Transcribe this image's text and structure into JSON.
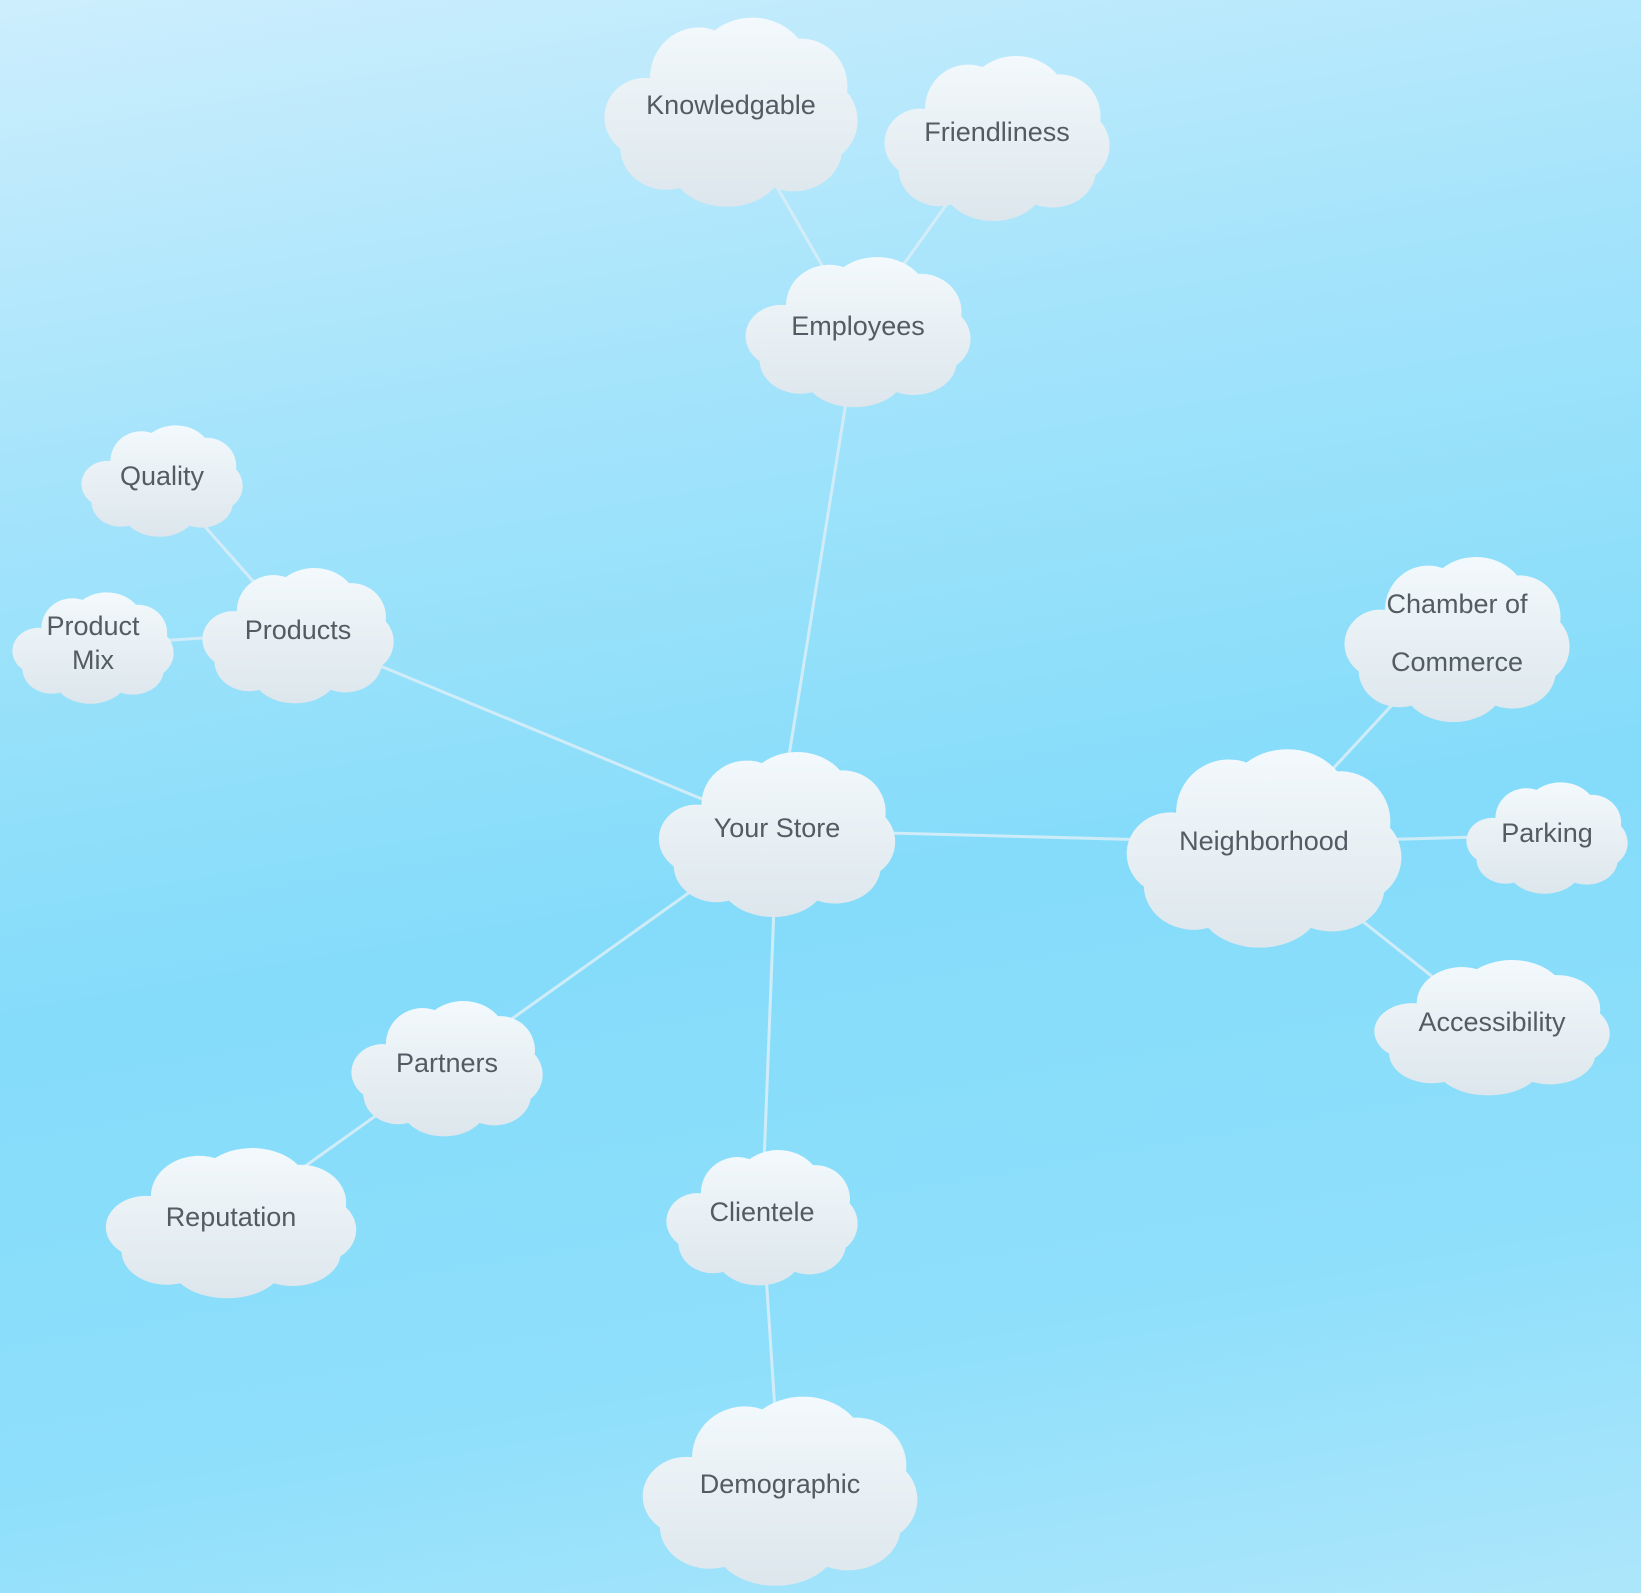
{
  "diagram": {
    "type": "mind-map",
    "root": "store",
    "nodes": [
      {
        "id": "store",
        "lines": [
          "Your Store"
        ]
      },
      {
        "id": "employees",
        "lines": [
          "Employees"
        ]
      },
      {
        "id": "knowledgable",
        "lines": [
          "Knowledgable"
        ]
      },
      {
        "id": "friendliness",
        "lines": [
          "Friendliness"
        ]
      },
      {
        "id": "products",
        "lines": [
          "Products"
        ]
      },
      {
        "id": "quality",
        "lines": [
          "Quality"
        ]
      },
      {
        "id": "productmix",
        "lines": [
          "Product",
          "Mix"
        ]
      },
      {
        "id": "neighborhood",
        "lines": [
          "Neighborhood"
        ]
      },
      {
        "id": "chamber",
        "lines": [
          "Chamber of",
          "Commerce"
        ]
      },
      {
        "id": "parking",
        "lines": [
          "Parking"
        ]
      },
      {
        "id": "accessibility",
        "lines": [
          "Accessibility"
        ]
      },
      {
        "id": "partners",
        "lines": [
          "Partners"
        ]
      },
      {
        "id": "reputation",
        "lines": [
          "Reputation"
        ]
      },
      {
        "id": "clientele",
        "lines": [
          "Clientele"
        ]
      },
      {
        "id": "demographic",
        "lines": [
          "Demographic"
        ]
      }
    ],
    "edges": [
      [
        "store",
        "employees"
      ],
      [
        "employees",
        "knowledgable"
      ],
      [
        "employees",
        "friendliness"
      ],
      [
        "store",
        "products"
      ],
      [
        "products",
        "quality"
      ],
      [
        "products",
        "productmix"
      ],
      [
        "store",
        "neighborhood"
      ],
      [
        "neighborhood",
        "chamber"
      ],
      [
        "neighborhood",
        "parking"
      ],
      [
        "neighborhood",
        "accessibility"
      ],
      [
        "store",
        "partners"
      ],
      [
        "partners",
        "reputation"
      ],
      [
        "store",
        "clientele"
      ],
      [
        "clientele",
        "demographic"
      ]
    ],
    "colors": {
      "edge": "#d7eef8",
      "cloud_top": "#f3f9fc",
      "cloud_bottom": "#dce6ec",
      "text": "#525c62"
    }
  }
}
